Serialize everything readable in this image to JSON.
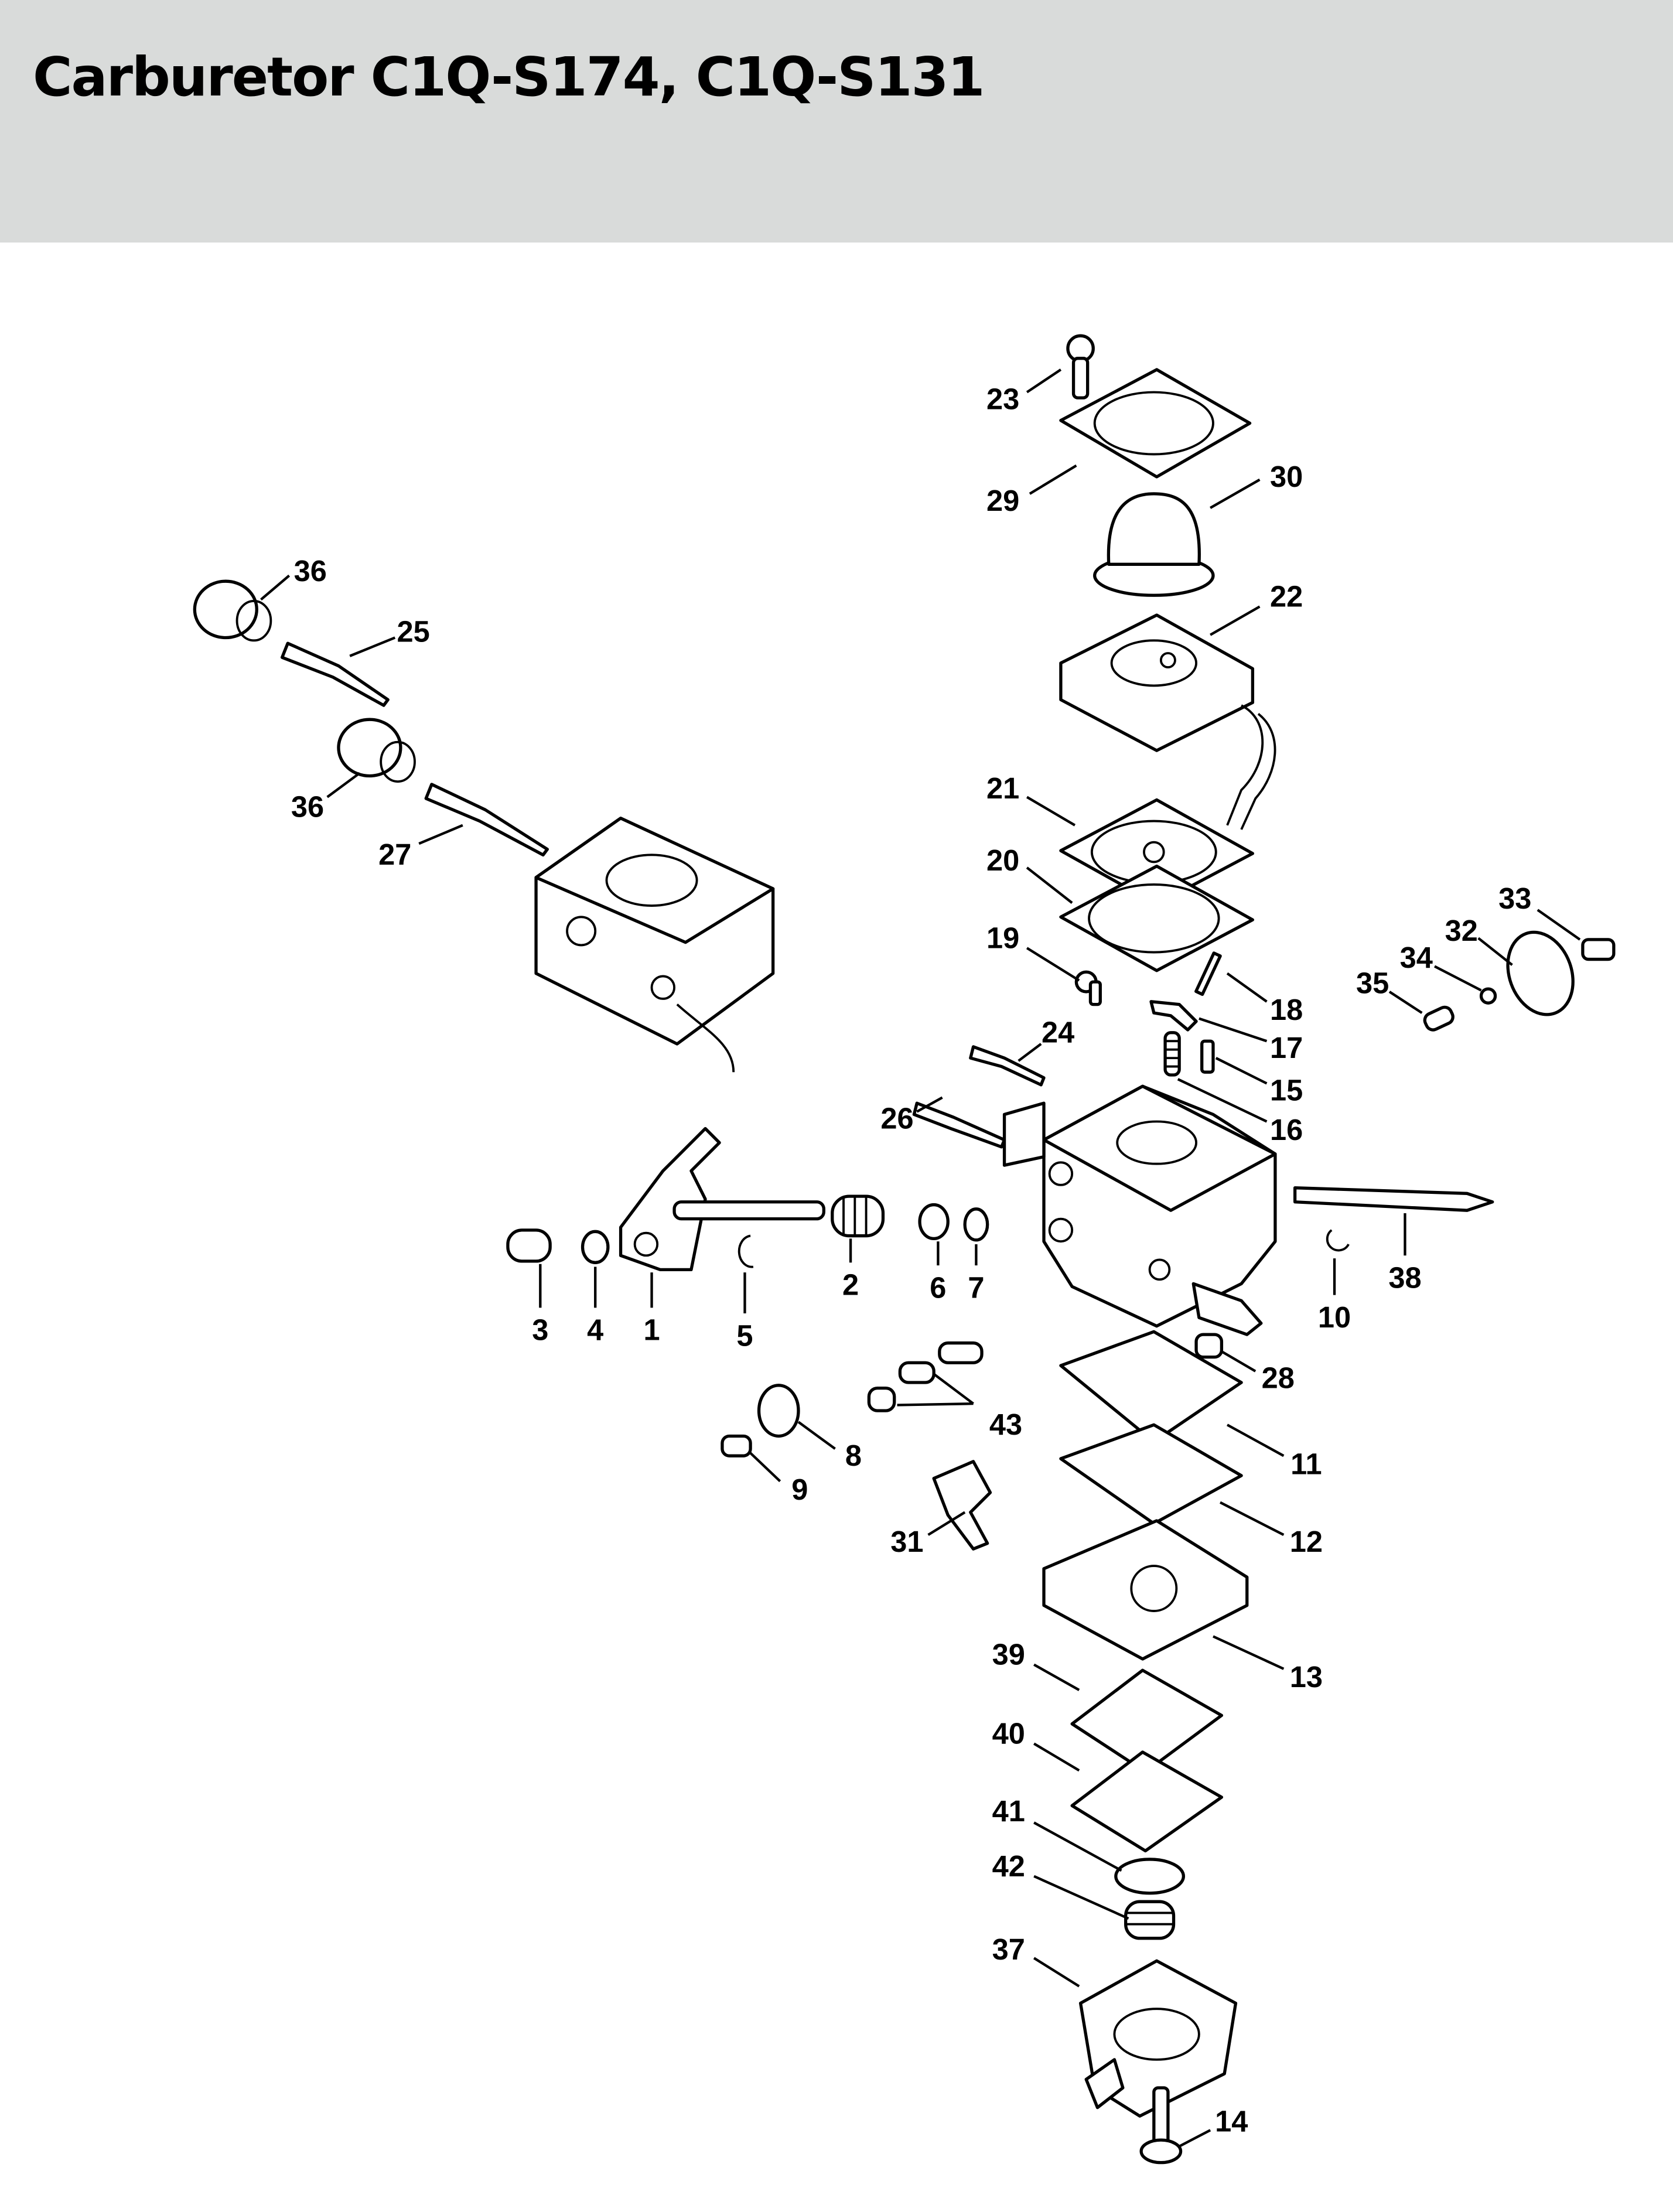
{
  "header": {
    "title": "Carburetor C1Q-S174, C1Q-S131",
    "background": "#d9dbda"
  },
  "callouts": [
    "23",
    "29",
    "30",
    "36",
    "25",
    "22",
    "36",
    "27",
    "21",
    "20",
    "19",
    "18",
    "17",
    "15",
    "16",
    "24",
    "26",
    "33",
    "32",
    "34",
    "35",
    "38",
    "10",
    "2",
    "6",
    "7",
    "3",
    "4",
    "1",
    "5",
    "28",
    "43",
    "8",
    "9",
    "11",
    "31",
    "12",
    "13",
    "39",
    "40",
    "41",
    "42",
    "37",
    "14"
  ]
}
